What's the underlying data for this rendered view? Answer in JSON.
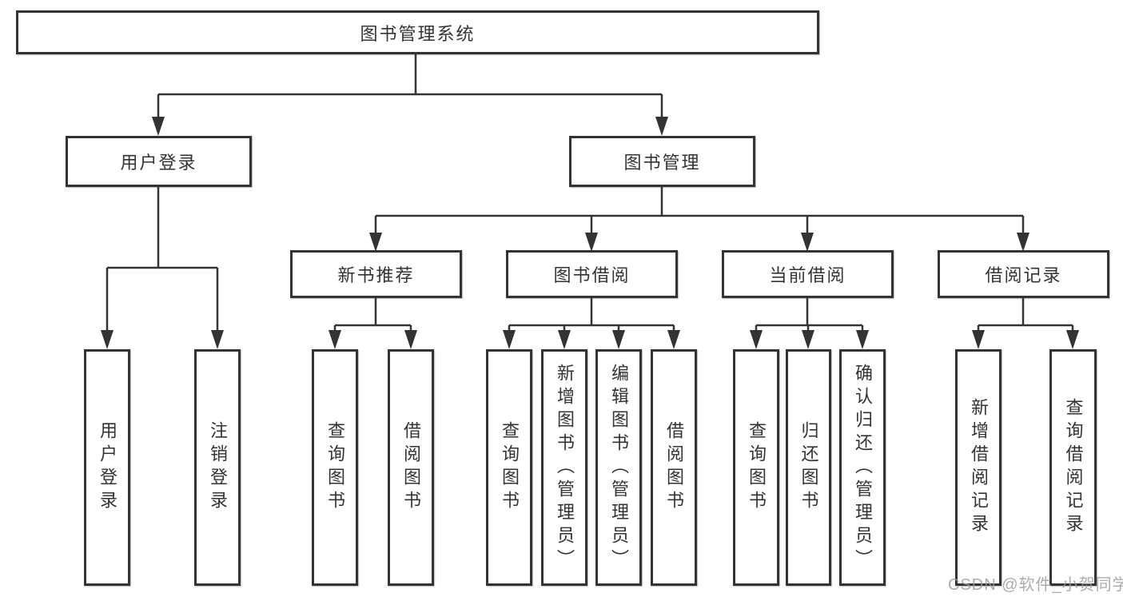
{
  "diagram": {
    "root": {
      "label": "图书管理系统"
    },
    "level2": [
      {
        "label": "用户登录"
      },
      {
        "label": "图书管理"
      }
    ],
    "level3": [
      {
        "label": "新书推荐"
      },
      {
        "label": "图书借阅"
      },
      {
        "label": "当前借阅"
      },
      {
        "label": "借阅记录"
      }
    ],
    "leaves": [
      {
        "label": "用户登录"
      },
      {
        "label": "注销登录"
      },
      {
        "label": "查询图书"
      },
      {
        "label": "借阅图书"
      },
      {
        "label": "查询图书"
      },
      {
        "label": "新增图书（管理员）"
      },
      {
        "label": "编辑图书（管理员）"
      },
      {
        "label": "借阅图书"
      },
      {
        "label": "查询图书"
      },
      {
        "label": "归还图书"
      },
      {
        "label": "确认归还（管理员）"
      },
      {
        "label": "新增借阅记录"
      },
      {
        "label": "查询借阅记录"
      }
    ],
    "watermark": "CSDN @软件_小贺同学",
    "colors": {
      "line": "#333333",
      "text": "#333333",
      "watermark": "#9e9e9e",
      "background": "#ffffff"
    }
  }
}
